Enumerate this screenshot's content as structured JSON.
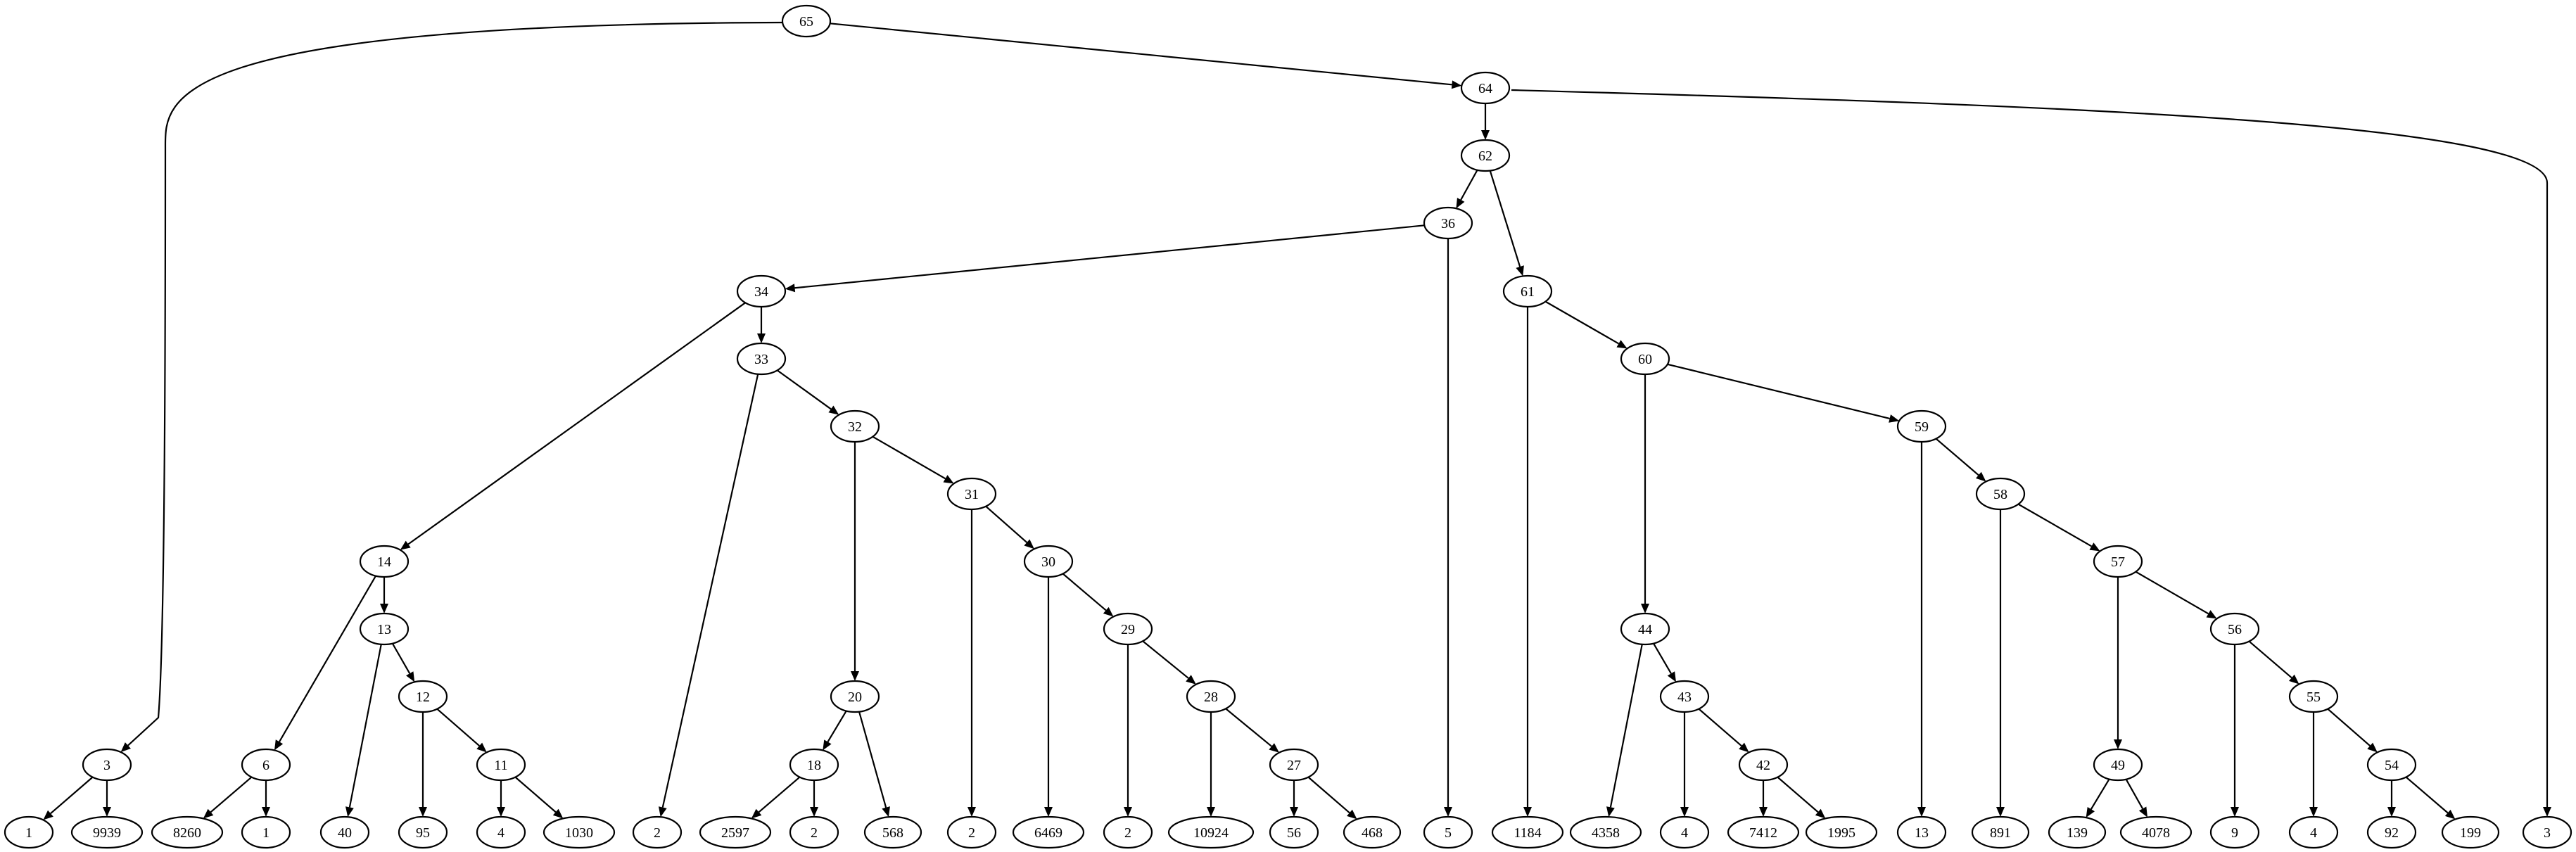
{
  "tree": {
    "nodes": [
      {
        "id": "n65",
        "label": "65"
      },
      {
        "id": "n64",
        "label": "64"
      },
      {
        "id": "n62",
        "label": "62"
      },
      {
        "id": "n36",
        "label": "36"
      },
      {
        "id": "n34",
        "label": "34"
      },
      {
        "id": "n61",
        "label": "61"
      },
      {
        "id": "n33",
        "label": "33"
      },
      {
        "id": "n60",
        "label": "60"
      },
      {
        "id": "n32",
        "label": "32"
      },
      {
        "id": "n59",
        "label": "59"
      },
      {
        "id": "n31",
        "label": "31"
      },
      {
        "id": "n58",
        "label": "58"
      },
      {
        "id": "n14",
        "label": "14"
      },
      {
        "id": "n30",
        "label": "30"
      },
      {
        "id": "n57",
        "label": "57"
      },
      {
        "id": "n13",
        "label": "13"
      },
      {
        "id": "n29",
        "label": "29"
      },
      {
        "id": "n44",
        "label": "44"
      },
      {
        "id": "n56",
        "label": "56"
      },
      {
        "id": "n12",
        "label": "12"
      },
      {
        "id": "n20",
        "label": "20"
      },
      {
        "id": "n28",
        "label": "28"
      },
      {
        "id": "n43",
        "label": "43"
      },
      {
        "id": "n55",
        "label": "55"
      },
      {
        "id": "n3a",
        "label": "3"
      },
      {
        "id": "n6",
        "label": "6"
      },
      {
        "id": "n11",
        "label": "11"
      },
      {
        "id": "n18",
        "label": "18"
      },
      {
        "id": "n27",
        "label": "27"
      },
      {
        "id": "n42",
        "label": "42"
      },
      {
        "id": "n49",
        "label": "49"
      },
      {
        "id": "n54",
        "label": "54"
      },
      {
        "id": "l1a",
        "label": "1"
      },
      {
        "id": "l9939",
        "label": "9939"
      },
      {
        "id": "l8260",
        "label": "8260"
      },
      {
        "id": "l1b",
        "label": "1"
      },
      {
        "id": "l40",
        "label": "40"
      },
      {
        "id": "l95",
        "label": "95"
      },
      {
        "id": "l4a",
        "label": "4"
      },
      {
        "id": "l1030",
        "label": "1030"
      },
      {
        "id": "l2a",
        "label": "2"
      },
      {
        "id": "l2597",
        "label": "2597"
      },
      {
        "id": "l2b",
        "label": "2"
      },
      {
        "id": "l568",
        "label": "568"
      },
      {
        "id": "l2c",
        "label": "2"
      },
      {
        "id": "l6469",
        "label": "6469"
      },
      {
        "id": "l2d",
        "label": "2"
      },
      {
        "id": "l10924",
        "label": "10924"
      },
      {
        "id": "l56",
        "label": "56"
      },
      {
        "id": "l468",
        "label": "468"
      },
      {
        "id": "l5",
        "label": "5"
      },
      {
        "id": "l1184",
        "label": "1184"
      },
      {
        "id": "l4358",
        "label": "4358"
      },
      {
        "id": "l4b",
        "label": "4"
      },
      {
        "id": "l7412",
        "label": "7412"
      },
      {
        "id": "l1995",
        "label": "1995"
      },
      {
        "id": "l13",
        "label": "13"
      },
      {
        "id": "l891",
        "label": "891"
      },
      {
        "id": "l139",
        "label": "139"
      },
      {
        "id": "l4078",
        "label": "4078"
      },
      {
        "id": "l9",
        "label": "9"
      },
      {
        "id": "l4c",
        "label": "4"
      },
      {
        "id": "l92",
        "label": "92"
      },
      {
        "id": "l199",
        "label": "199"
      },
      {
        "id": "l3b",
        "label": "3"
      }
    ],
    "edges": [
      {
        "from": "n65",
        "to": "n3a"
      },
      {
        "from": "n65",
        "to": "n64"
      },
      {
        "from": "n64",
        "to": "n62"
      },
      {
        "from": "n64",
        "to": "l3b"
      },
      {
        "from": "n62",
        "to": "n36"
      },
      {
        "from": "n62",
        "to": "n61"
      },
      {
        "from": "n36",
        "to": "n34"
      },
      {
        "from": "n36",
        "to": "l5"
      },
      {
        "from": "n34",
        "to": "n14"
      },
      {
        "from": "n34",
        "to": "n33"
      },
      {
        "from": "n33",
        "to": "l2a"
      },
      {
        "from": "n33",
        "to": "n32"
      },
      {
        "from": "n32",
        "to": "n20"
      },
      {
        "from": "n32",
        "to": "n31"
      },
      {
        "from": "n31",
        "to": "l2c"
      },
      {
        "from": "n31",
        "to": "n30"
      },
      {
        "from": "n30",
        "to": "l6469"
      },
      {
        "from": "n30",
        "to": "n29"
      },
      {
        "from": "n29",
        "to": "l2d"
      },
      {
        "from": "n29",
        "to": "n28"
      },
      {
        "from": "n28",
        "to": "l10924"
      },
      {
        "from": "n28",
        "to": "n27"
      },
      {
        "from": "n27",
        "to": "l56"
      },
      {
        "from": "n27",
        "to": "l468"
      },
      {
        "from": "n20",
        "to": "n18"
      },
      {
        "from": "n20",
        "to": "l568"
      },
      {
        "from": "n18",
        "to": "l2597"
      },
      {
        "from": "n18",
        "to": "l2b"
      },
      {
        "from": "n14",
        "to": "n6"
      },
      {
        "from": "n14",
        "to": "n13"
      },
      {
        "from": "n13",
        "to": "l40"
      },
      {
        "from": "n13",
        "to": "n12"
      },
      {
        "from": "n12",
        "to": "l95"
      },
      {
        "from": "n12",
        "to": "n11"
      },
      {
        "from": "n11",
        "to": "l4a"
      },
      {
        "from": "n11",
        "to": "l1030"
      },
      {
        "from": "n6",
        "to": "l8260"
      },
      {
        "from": "n6",
        "to": "l1b"
      },
      {
        "from": "n3a",
        "to": "l1a"
      },
      {
        "from": "n3a",
        "to": "l9939"
      },
      {
        "from": "n61",
        "to": "l1184"
      },
      {
        "from": "n61",
        "to": "n60"
      },
      {
        "from": "n60",
        "to": "n44"
      },
      {
        "from": "n60",
        "to": "n59"
      },
      {
        "from": "n44",
        "to": "l4358"
      },
      {
        "from": "n44",
        "to": "n43"
      },
      {
        "from": "n43",
        "to": "l4b"
      },
      {
        "from": "n43",
        "to": "n42"
      },
      {
        "from": "n42",
        "to": "l7412"
      },
      {
        "from": "n42",
        "to": "l1995"
      },
      {
        "from": "n59",
        "to": "l13"
      },
      {
        "from": "n59",
        "to": "n58"
      },
      {
        "from": "n58",
        "to": "l891"
      },
      {
        "from": "n58",
        "to": "n57"
      },
      {
        "from": "n57",
        "to": "n49"
      },
      {
        "from": "n57",
        "to": "n56"
      },
      {
        "from": "n49",
        "to": "l139"
      },
      {
        "from": "n49",
        "to": "l4078"
      },
      {
        "from": "n56",
        "to": "l9"
      },
      {
        "from": "n56",
        "to": "n55"
      },
      {
        "from": "n55",
        "to": "l4c"
      },
      {
        "from": "n55",
        "to": "n54"
      },
      {
        "from": "n54",
        "to": "l92"
      },
      {
        "from": "n54",
        "to": "l199"
      }
    ]
  }
}
